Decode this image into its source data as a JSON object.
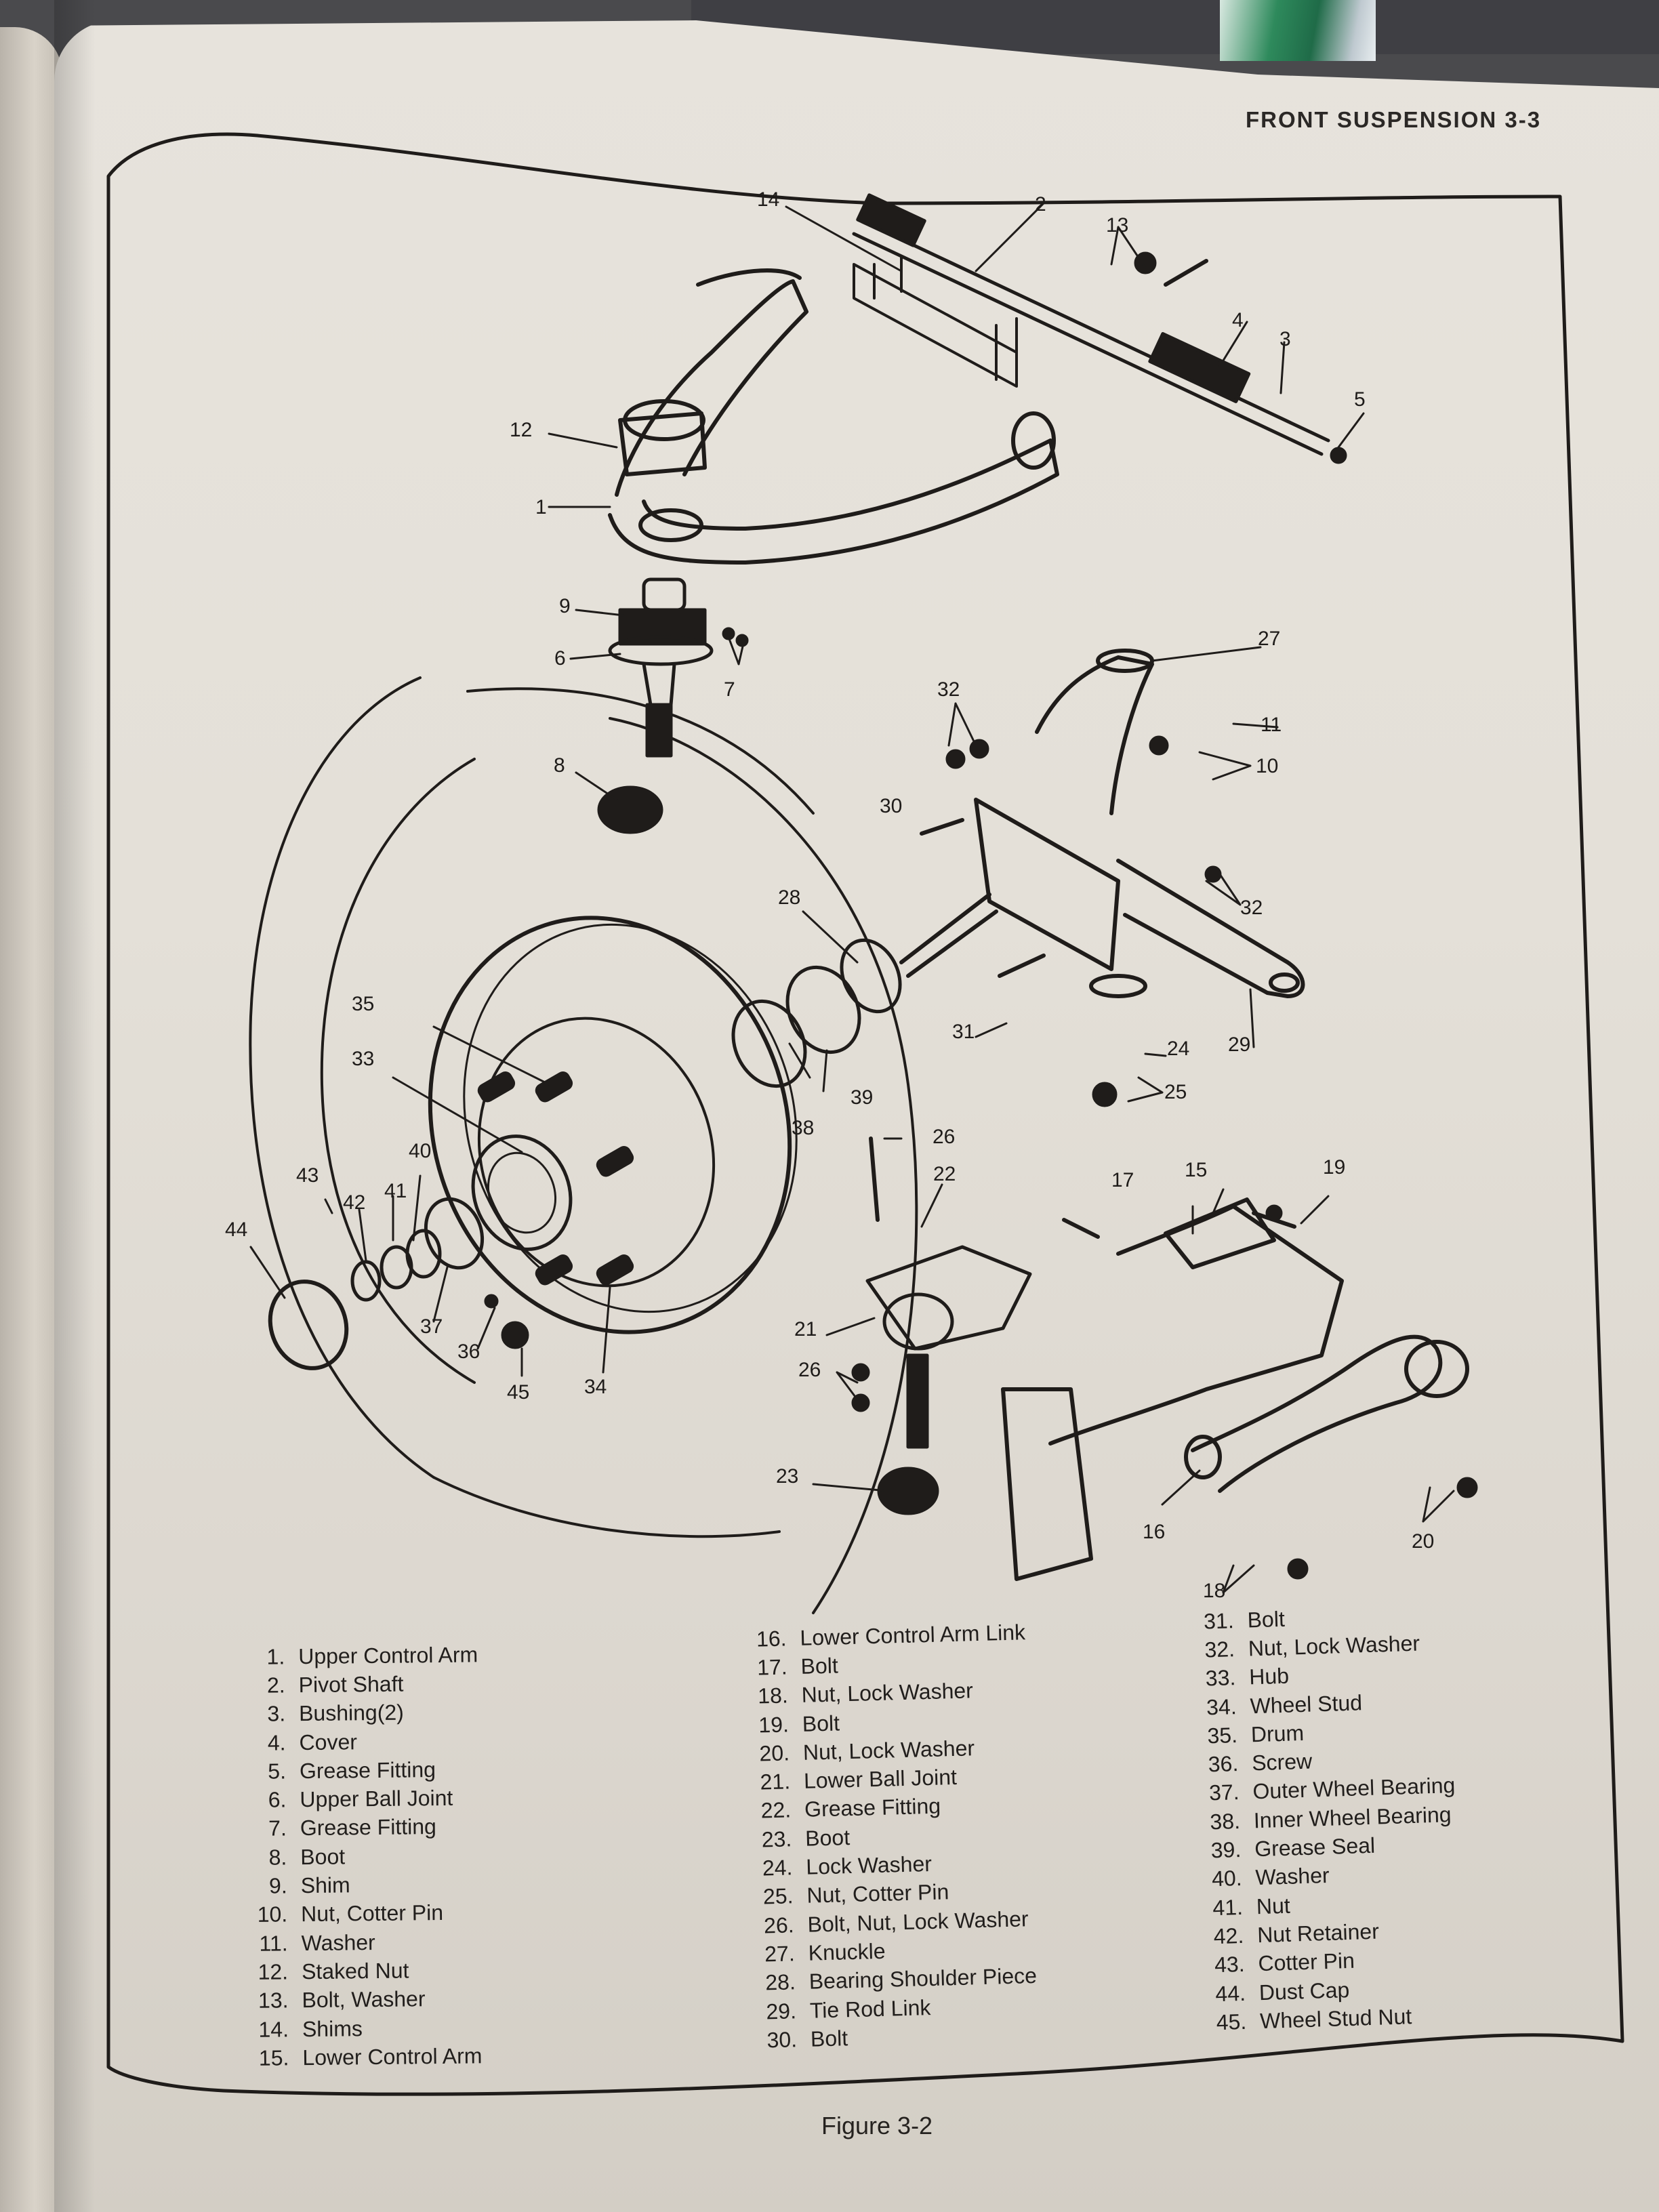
{
  "page": {
    "running_head": "FRONT SUSPENSION 3-3",
    "figure_caption": "Figure 3-2"
  },
  "diagram": {
    "title": "Front suspension exploded view",
    "callouts": {
      "c1": "1",
      "c2": "2",
      "c3": "3",
      "c4": "4",
      "c5": "5",
      "c6": "6",
      "c7": "7",
      "c8": "8",
      "c9": "9",
      "c10": "10",
      "c11": "11",
      "c12": "12",
      "c13": "13",
      "c14": "14",
      "c15": "15",
      "c16": "16",
      "c17": "17",
      "c18": "18",
      "c19": "19",
      "c20": "20",
      "c21": "21",
      "c22": "22",
      "c23": "23",
      "c24": "24",
      "c25": "25",
      "c26a": "26",
      "c26b": "26",
      "c27": "27",
      "c28": "28",
      "c29": "29",
      "c30": "30",
      "c31": "31",
      "c32a": "32",
      "c32b": "32",
      "c33": "33",
      "c34": "34",
      "c35": "35",
      "c36": "36",
      "c37": "37",
      "c38": "38",
      "c39": "39",
      "c40": "40",
      "c41": "41",
      "c42": "42",
      "c43": "43",
      "c44": "44",
      "c45": "45"
    }
  },
  "legend": {
    "col1": [
      {
        "num": "1.",
        "label": "Upper Control Arm"
      },
      {
        "num": "2.",
        "label": "Pivot Shaft"
      },
      {
        "num": "3.",
        "label": "Bushing(2)"
      },
      {
        "num": "4.",
        "label": "Cover"
      },
      {
        "num": "5.",
        "label": "Grease Fitting"
      },
      {
        "num": "6.",
        "label": "Upper Ball Joint"
      },
      {
        "num": "7.",
        "label": "Grease Fitting"
      },
      {
        "num": "8.",
        "label": "Boot"
      },
      {
        "num": "9.",
        "label": "Shim"
      },
      {
        "num": "10.",
        "label": "Nut, Cotter Pin"
      },
      {
        "num": "11.",
        "label": "Washer"
      },
      {
        "num": "12.",
        "label": "Staked Nut"
      },
      {
        "num": "13.",
        "label": "Bolt, Washer"
      },
      {
        "num": "14.",
        "label": "Shims"
      },
      {
        "num": "15.",
        "label": "Lower Control Arm"
      }
    ],
    "col2": [
      {
        "num": "16.",
        "label": "Lower Control Arm Link"
      },
      {
        "num": "17.",
        "label": "Bolt"
      },
      {
        "num": "18.",
        "label": "Nut, Lock Washer"
      },
      {
        "num": "19.",
        "label": "Bolt"
      },
      {
        "num": "20.",
        "label": "Nut, Lock Washer"
      },
      {
        "num": "21.",
        "label": "Lower Ball Joint"
      },
      {
        "num": "22.",
        "label": "Grease Fitting"
      },
      {
        "num": "23.",
        "label": "Boot"
      },
      {
        "num": "24.",
        "label": "Lock Washer"
      },
      {
        "num": "25.",
        "label": "Nut, Cotter Pin"
      },
      {
        "num": "26.",
        "label": "Bolt, Nut, Lock Washer"
      },
      {
        "num": "27.",
        "label": "Knuckle"
      },
      {
        "num": "28.",
        "label": "Bearing Shoulder Piece"
      },
      {
        "num": "29.",
        "label": "Tie Rod Link"
      },
      {
        "num": "30.",
        "label": "Bolt"
      }
    ],
    "col3": [
      {
        "num": "31.",
        "label": "Bolt"
      },
      {
        "num": "32.",
        "label": "Nut, Lock Washer"
      },
      {
        "num": "33.",
        "label": "Hub"
      },
      {
        "num": "34.",
        "label": "Wheel Stud"
      },
      {
        "num": "35.",
        "label": "Drum"
      },
      {
        "num": "36.",
        "label": "Screw"
      },
      {
        "num": "37.",
        "label": "Outer Wheel Bearing"
      },
      {
        "num": "38.",
        "label": "Inner Wheel Bearing"
      },
      {
        "num": "39.",
        "label": "Grease Seal"
      },
      {
        "num": "40.",
        "label": "Washer"
      },
      {
        "num": "41.",
        "label": "Nut"
      },
      {
        "num": "42.",
        "label": "Nut Retainer"
      },
      {
        "num": "43.",
        "label": "Cotter Pin"
      },
      {
        "num": "44.",
        "label": "Dust Cap"
      },
      {
        "num": "45.",
        "label": "Wheel Stud Nut"
      }
    ]
  }
}
